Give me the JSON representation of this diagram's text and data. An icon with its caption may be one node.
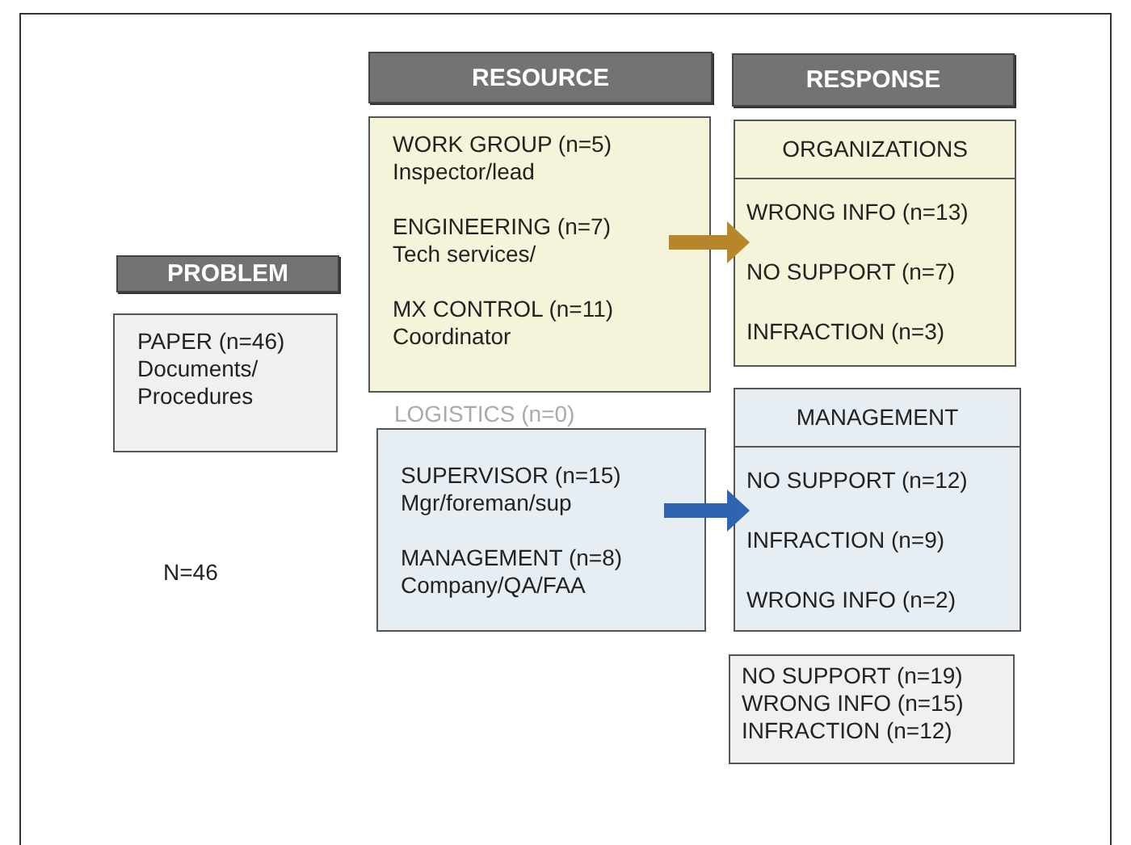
{
  "diagram": {
    "nodes": [
      {
        "text": [
          "PROBLEM"
        ]
      },
      {
        "text": [
          "PAPER (n=46)",
          "Documents/ Procedures"
        ]
      },
      {
        "text": [
          "RESOURCE"
        ]
      },
      {
        "text": [
          "WORK GROUP (n=5)",
          "Inspector/lead",
          "ENGINEERING (n=7)",
          "Tech services/",
          "MX CONTROL (n=11)",
          "Coordinator"
        ]
      },
      {
        "text": [
          "SUPERVISOR (n=15)",
          "Mgr/foreman/sup",
          "MANAGEMENT  (n=8)",
          "Company/QA/FAA"
        ]
      },
      {
        "text": [
          "RESPONSE"
        ]
      },
      {
        "text": [
          "ORGANIZATIONS",
          "WRONG INFO (n=13)",
          "NO SUPPORT (n=7)",
          "INFRACTION (n=3)"
        ]
      },
      {
        "text": [
          "MANAGEMENT",
          "NO SUPPORT (n=12)",
          "INFRACTION (n=9)",
          "WRONG INFO (n=2)"
        ]
      },
      {
        "text": [
          "NO SUPPORT (n=19)",
          "WRONG INFO (n=15)",
          "INFRACTION (n=12)"
        ]
      }
    ],
    "edges": [
      {
        "from": 3,
        "to": 6,
        "arrow": "to",
        "color": "#b8862a"
      },
      {
        "from": 4,
        "to": 7,
        "arrow": "to",
        "color": "#2e64b0"
      }
    ],
    "labels": [
      "LOGISTICS  (n=0)",
      "N=46"
    ]
  }
}
